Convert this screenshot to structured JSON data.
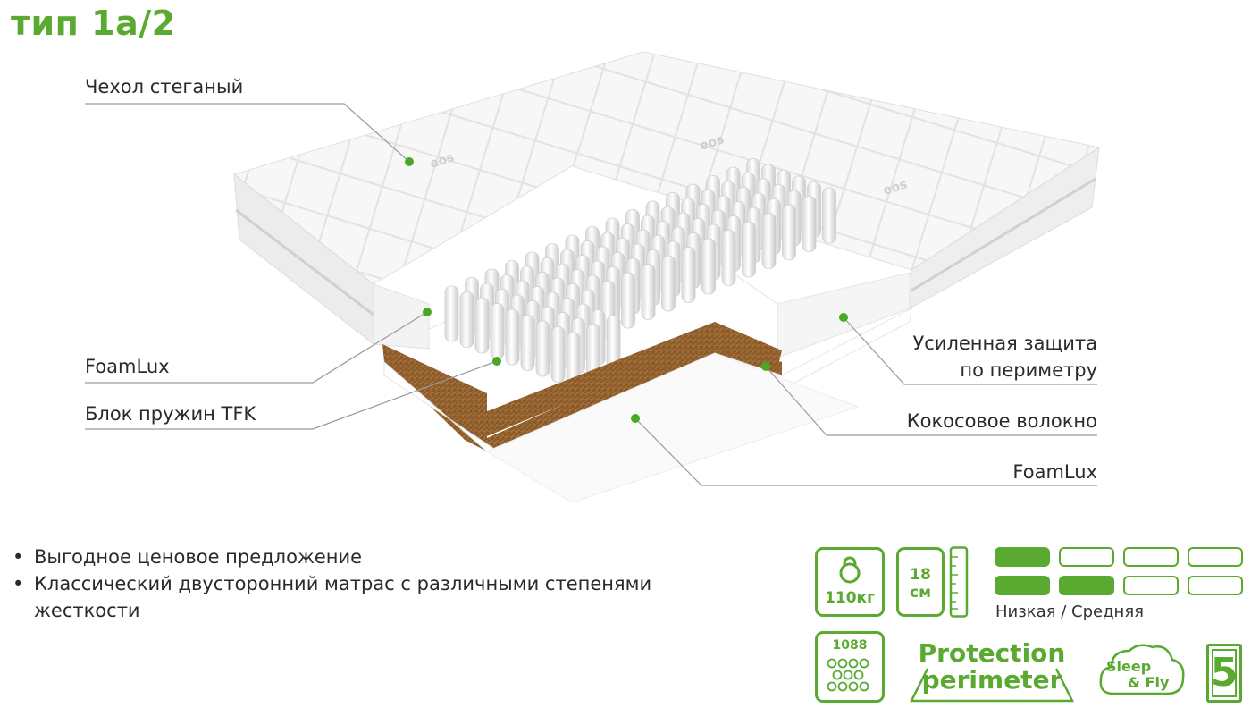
{
  "title": "тип 1а/2",
  "layers": {
    "cover": "Чехол стеганый",
    "foam_top": "FoamLux",
    "springs": "Блок пружин TFK",
    "perimeter_line1": "Усиленная защита",
    "perimeter_line2": "по периметру",
    "coconut": "Кокосовое волокно",
    "foam_bottom": "FoamLux"
  },
  "brand_mark": "eos",
  "features": [
    "Выгодное ценовое предложение",
    "Классический двусторонний матрас с различными степенями жесткости"
  ],
  "badges": {
    "weight": "110кг",
    "weight_icon": "kettlebell-icon",
    "height_value": "18",
    "height_unit": "см",
    "springs_count": "1088",
    "protection_line1": "Protection",
    "protection_line2": "perimeter",
    "sleep_line1": "Sleep",
    "sleep_line2": "& Fly",
    "warranty_years": "5"
  },
  "hardness": {
    "rows": [
      {
        "filled": 1,
        "total": 4
      },
      {
        "filled": 2,
        "total": 4
      }
    ],
    "caption": "Низкая / Средняя"
  },
  "colors": {
    "accent": "#5aaa32",
    "coconut": "#8a5a2a",
    "text": "#2a2a2a"
  }
}
